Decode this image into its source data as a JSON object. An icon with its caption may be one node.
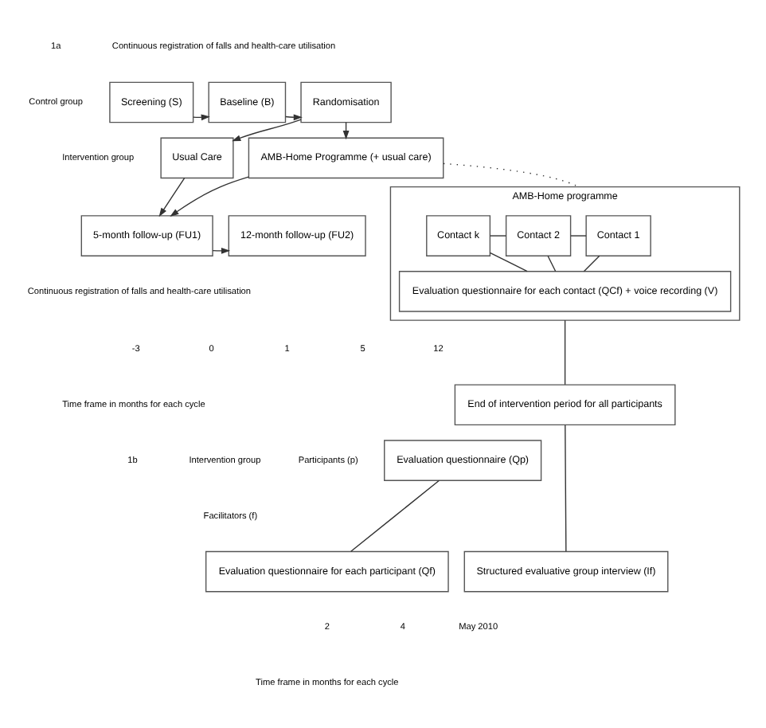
{
  "diagram": {
    "nodes": [
      {
        "text": [
          "Screening (S)"
        ]
      },
      {
        "text": [
          "Baseline (B)"
        ]
      },
      {
        "text": [
          "Randomisation"
        ]
      },
      {
        "text": [
          "Usual Care"
        ]
      },
      {
        "text": [
          "AMB-Home Programme (+ usual care)"
        ]
      },
      {
        "text": [
          "5-month follow-up (FU1)"
        ]
      },
      {
        "text": [
          "12-month follow-up (FU2)"
        ]
      },
      {
        "text": [
          "Evaluation questionnaire (Qp)"
        ]
      },
      {
        "text": [
          "AMB-Home programme"
        ]
      },
      {
        "text": [
          "Contact 1"
        ],
        "in": 8
      },
      {
        "text": [
          "Contact 2"
        ],
        "in": 8
      },
      {
        "text": [
          "Contact k"
        ],
        "in": 8
      },
      {
        "text": [
          "Evaluation questionnaire for each contact (QCf) + voice recording (V)"
        ],
        "in": 8
      },
      {
        "text": [
          "End of intervention period for all participants"
        ]
      },
      {
        "text": [
          "Evaluation questionnaire for each participant (Qf)"
        ]
      },
      {
        "text": [
          "Structured evaluative group interview (If)"
        ]
      }
    ],
    "edges": [
      {
        "from": 0,
        "to": 1,
        "arrow": "to"
      },
      {
        "from": 1,
        "to": 2,
        "arrow": "to"
      },
      {
        "from": 2,
        "to": 3,
        "arrow": "to"
      },
      {
        "from": 2,
        "to": 4,
        "arrow": "to"
      },
      {
        "from": 3,
        "to": 5,
        "arrow": "to"
      },
      {
        "from": 4,
        "to": 5,
        "arrow": "to"
      },
      {
        "from": 5,
        "to": 6,
        "arrow": "to"
      },
      {
        "from": 4,
        "to": 8,
        "arrow": "none",
        "style": "dashed"
      },
      {
        "from": 9,
        "to": 10,
        "arrow": "none"
      },
      {
        "from": 10,
        "to": 11,
        "arrow": "none"
      },
      {
        "from": 9,
        "to": 12,
        "arrow": "none"
      },
      {
        "from": 10,
        "to": 12,
        "arrow": "none"
      },
      {
        "from": 11,
        "to": 12,
        "arrow": "none"
      },
      {
        "from": 8,
        "to": 13,
        "arrow": "none"
      },
      {
        "from": 7,
        "to": 14,
        "arrow": "none"
      },
      {
        "from": 13,
        "to": 15,
        "arrow": "none"
      }
    ],
    "labels": [
      "1a",
      "Continuous registration of falls and health-care utilisation",
      "Control group",
      "Intervention group",
      "Continuous registration of falls and health-care utilisation",
      "-3",
      "0",
      "1",
      "5",
      "12",
      "Time frame in months for each cycle",
      "1b",
      "Intervention group",
      "Participants (p)",
      "Facilitators (f)",
      "2",
      "4",
      "May 2010",
      "Time frame in months for each cycle"
    ]
  }
}
